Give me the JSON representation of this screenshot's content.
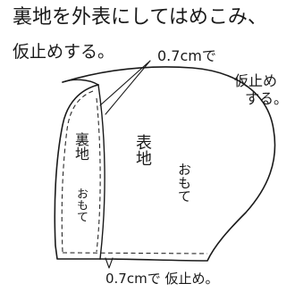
{
  "instruction": {
    "line1": "裏地を外表にしてはめこみ、",
    "line2": "仮止めする。"
  },
  "callout_top": {
    "measure": "0.7cmで",
    "note_line1": "仮止め",
    "note_line2": "する。"
  },
  "callout_bottom": {
    "text": "0.7cmで 仮止め。"
  },
  "labels": {
    "lining": "裏地",
    "lining_side": "おもて",
    "outer": "表地",
    "outer_side": "おもて"
  }
}
